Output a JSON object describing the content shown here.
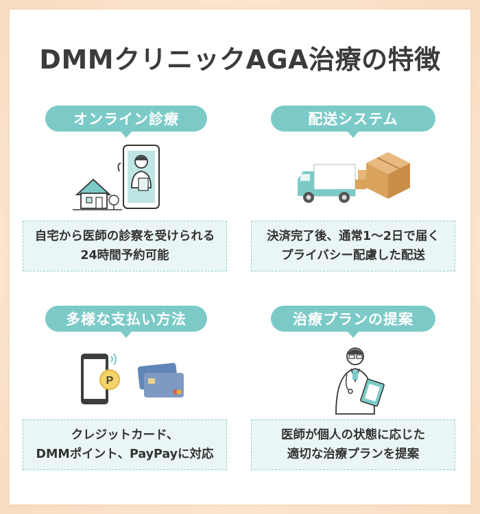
{
  "title": "DMMクリニックAGA治療の特徴",
  "features": [
    {
      "label": "オンライン診療",
      "desc_lines": [
        "自宅から医師の診察を受けられる",
        "24時間予約可能"
      ],
      "icon": "online-consultation-icon"
    },
    {
      "label": "配送システム",
      "desc_lines": [
        "決済完了後、通常1〜2日で届く",
        "プライバシー配慮した配送"
      ],
      "icon": "delivery-truck-icon"
    },
    {
      "label": "多様な支払い方法",
      "desc_lines": [
        "クレジットカード、",
        "DMMポイント、PayPayに対応"
      ],
      "icon": "payment-methods-icon"
    },
    {
      "label": "治療プランの提案",
      "desc_lines": [
        "医師が個人の状態に応じた",
        "適切な治療プランを提案"
      ],
      "icon": "doctor-clipboard-icon"
    }
  ],
  "colors": {
    "accent": "#7ccac8",
    "desc_bg": "#eaf6f5",
    "title_text": "#3b3b3b"
  }
}
